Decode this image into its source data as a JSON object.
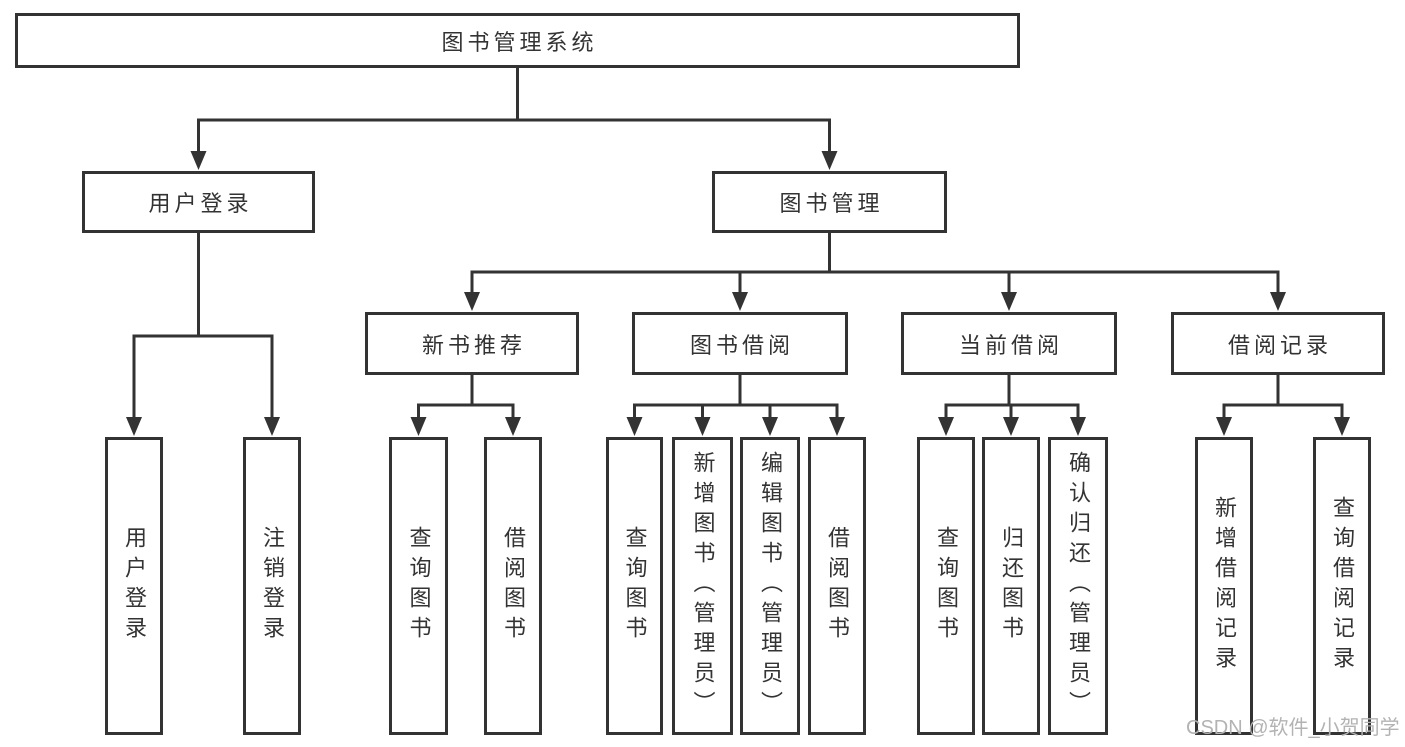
{
  "diagram": {
    "root": {
      "label": "图书管理系统"
    },
    "level2": [
      {
        "label": "用户登录"
      },
      {
        "label": "图书管理"
      }
    ],
    "level3": [
      {
        "label": "新书推荐"
      },
      {
        "label": "图书借阅"
      },
      {
        "label": "当前借阅"
      },
      {
        "label": "借阅记录"
      }
    ],
    "leaves": {
      "user_login": [
        {
          "label": "用户登录"
        },
        {
          "label": "注销登录"
        }
      ],
      "new_book_recommendation": [
        {
          "label": "查询图书"
        },
        {
          "label": "借阅图书"
        }
      ],
      "book_borrowing": [
        {
          "label": "查询图书"
        },
        {
          "label": "新增图书（管理员）"
        },
        {
          "label": "编辑图书（管理员）"
        },
        {
          "label": "借阅图书"
        }
      ],
      "current_borrowing": [
        {
          "label": "查询图书"
        },
        {
          "label": "归还图书"
        },
        {
          "label": "确认归还（管理员）"
        }
      ],
      "borrowing_records": [
        {
          "label": "新增借阅记录"
        },
        {
          "label": "查询借阅记录"
        }
      ]
    }
  },
  "watermark": {
    "text": "CSDN @软件_小贺同学"
  },
  "colors": {
    "line": "#333333",
    "text": "#333333",
    "watermark": "#b3b3b3",
    "background": "#ffffff"
  }
}
